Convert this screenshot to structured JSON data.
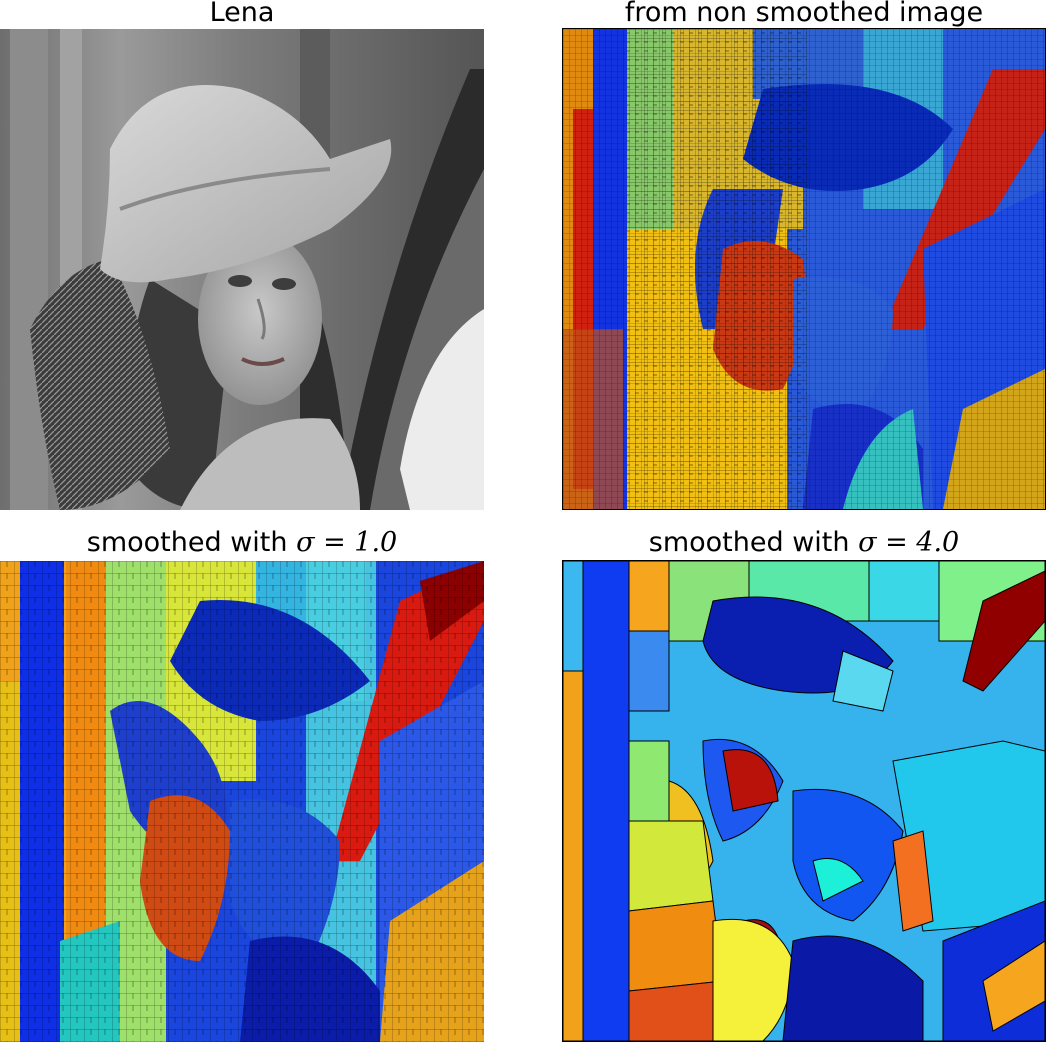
{
  "figure": {
    "panels": [
      {
        "title": "Lena"
      },
      {
        "title": "from non smoothed image"
      },
      {
        "title_prefix": "smoothed with ",
        "title_math": "σ = 1.0"
      },
      {
        "title_prefix": "smoothed with ",
        "title_math": "σ = 4.0"
      }
    ]
  },
  "colors": {
    "jet_dark_blue": "#00008f",
    "jet_blue": "#0000ff",
    "jet_cyan": "#00ffff",
    "jet_yellow": "#ffff00",
    "jet_red": "#ff0000",
    "jet_dark_red": "#800000",
    "boundary": "#000000"
  }
}
